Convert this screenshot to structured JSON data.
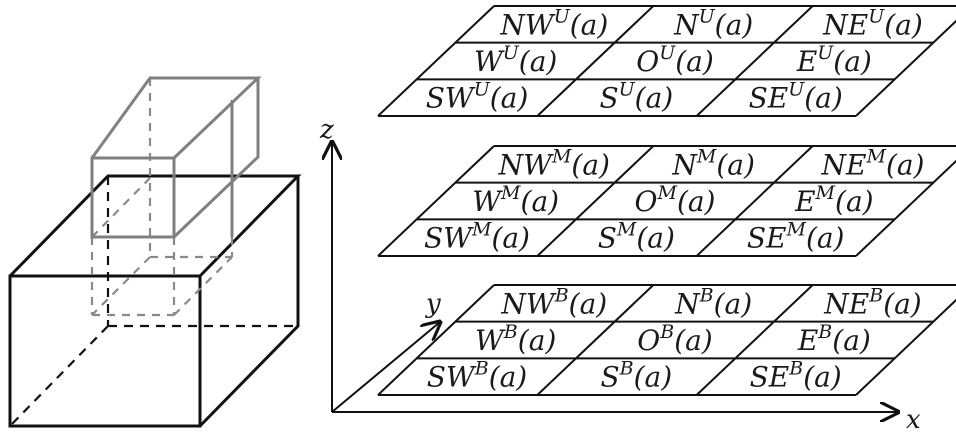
{
  "axes": {
    "x": "x",
    "y": "y",
    "z": "z"
  },
  "colors": {
    "ink": "#111111",
    "small_cube": "#808080",
    "dash_dark": "#222222",
    "dash_light": "#8a8a8a"
  },
  "layers": [
    {
      "id": "U",
      "rows": [
        [
          {
            "base": "NW",
            "sup": "U"
          },
          {
            "base": "N",
            "sup": "U"
          },
          {
            "base": "NE",
            "sup": "U"
          }
        ],
        [
          {
            "base": "W",
            "sup": "U"
          },
          {
            "base": "O",
            "sup": "U"
          },
          {
            "base": "E",
            "sup": "U"
          }
        ],
        [
          {
            "base": "SW",
            "sup": "U"
          },
          {
            "base": "S",
            "sup": "U"
          },
          {
            "base": "SE",
            "sup": "U"
          }
        ]
      ]
    },
    {
      "id": "M",
      "rows": [
        [
          {
            "base": "NW",
            "sup": "M"
          },
          {
            "base": "N",
            "sup": "M"
          },
          {
            "base": "NE",
            "sup": "M"
          }
        ],
        [
          {
            "base": "W",
            "sup": "M"
          },
          {
            "base": "O",
            "sup": "M"
          },
          {
            "base": "E",
            "sup": "M"
          }
        ],
        [
          {
            "base": "SW",
            "sup": "M"
          },
          {
            "base": "S",
            "sup": "M"
          },
          {
            "base": "SE",
            "sup": "M"
          }
        ]
      ]
    },
    {
      "id": "B",
      "rows": [
        [
          {
            "base": "NW",
            "sup": "B"
          },
          {
            "base": "N",
            "sup": "B"
          },
          {
            "base": "NE",
            "sup": "B"
          }
        ],
        [
          {
            "base": "W",
            "sup": "B"
          },
          {
            "base": "O",
            "sup": "B"
          },
          {
            "base": "E",
            "sup": "B"
          }
        ],
        [
          {
            "base": "SW",
            "sup": "B"
          },
          {
            "base": "S",
            "sup": "B"
          },
          {
            "base": "SE",
            "sup": "B"
          }
        ]
      ]
    }
  ],
  "arg": "(a)"
}
